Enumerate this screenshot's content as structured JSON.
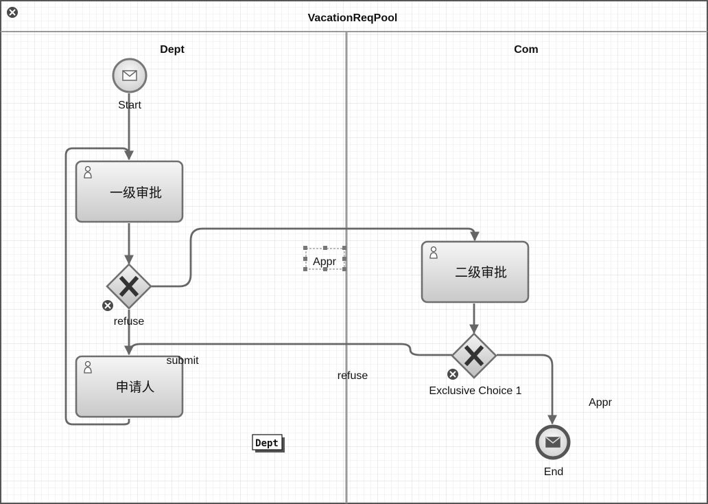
{
  "pool": {
    "title": "VacationReqPool",
    "lanes": [
      {
        "id": "lane-dept",
        "title": "Dept"
      },
      {
        "id": "lane-com",
        "title": "Com"
      }
    ]
  },
  "events": {
    "start": {
      "label": "Start"
    },
    "end": {
      "label": "End"
    }
  },
  "tasks": {
    "level1": {
      "label": "一级审批"
    },
    "applicant": {
      "label": "申请人"
    },
    "level2": {
      "label": "二级审批"
    }
  },
  "gateways": {
    "gw1": {
      "label": ""
    },
    "gw2": {
      "label": "Exclusive Choice 1"
    }
  },
  "flow_labels": {
    "refuse_gw1": "refuse",
    "submit": "submit",
    "refuse_gw2": "refuse",
    "appr_selected": "Appr",
    "appr_end": "Appr"
  },
  "editor": {
    "lane_name_editor": "Dept"
  },
  "colors": {
    "grid": "#dcdcdc",
    "flow": "#666666",
    "task_fill": "#d9d9d9",
    "divider": "#9a9a9a"
  }
}
